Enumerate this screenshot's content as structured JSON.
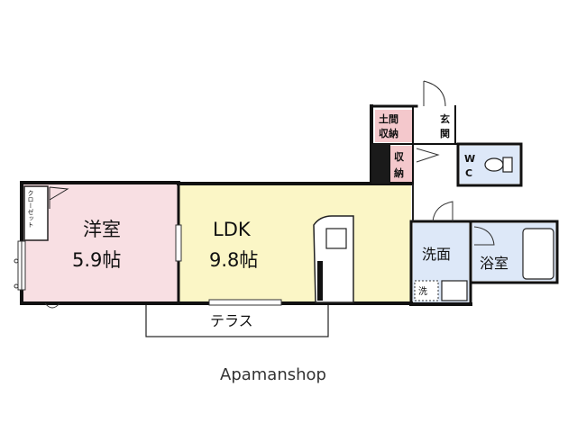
{
  "colors": {
    "western_room": "#f8dfe3",
    "ldk": "#fbf6c6",
    "wet_area": "#dde8f8",
    "storage": "#f4c8cc",
    "wall": "#111111",
    "white": "#ffffff"
  },
  "rooms": {
    "western": {
      "name": "洋室",
      "size": "5.9帖"
    },
    "ldk": {
      "name": "LDK",
      "size": "9.8帖"
    },
    "closet": {
      "label": "クローゼット"
    },
    "terrace": {
      "label": "テラス"
    },
    "doma_storage": {
      "line1": "土間",
      "line2": "収納"
    },
    "entrance": {
      "line1": "玄",
      "line2": "関"
    },
    "storage": {
      "line1": "収",
      "line2": "納"
    },
    "wc": {
      "line1": "W",
      "line2": "C"
    },
    "washroom": {
      "label": "洗面"
    },
    "bath": {
      "label": "浴室"
    },
    "washer": {
      "label": "洗"
    }
  },
  "brand": {
    "logo": "Apamanshop"
  }
}
